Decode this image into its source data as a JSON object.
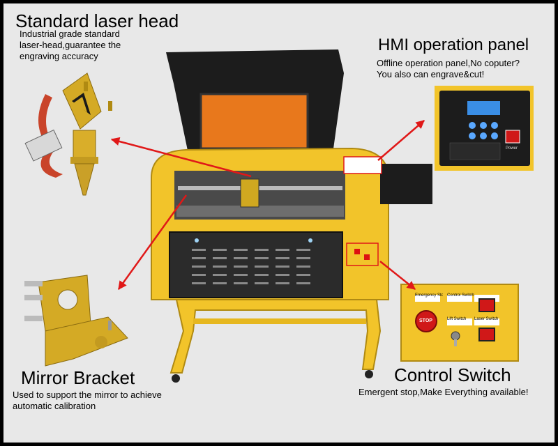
{
  "callouts": {
    "laser_head": {
      "title": "Standard laser head",
      "lines": [
        "Industrial grade standard",
        "laser-head,guarantee the",
        "engraving accuracy"
      ]
    },
    "hmi_panel": {
      "title": "HMI operation panel",
      "lines": [
        "Offline operation panel,No coputer?",
        "You also can engrave&cut!"
      ]
    },
    "mirror_bracket": {
      "title": "Mirror Bracket",
      "lines": [
        "Used to support the mirror to achieve",
        "automatic calibration"
      ]
    },
    "control_switch": {
      "title": "Control Switch",
      "lines": [
        "Emergent stop,Make Everything available!"
      ]
    }
  },
  "control_panel_labels": {
    "emergency": "Emergency Stop",
    "control_switch": "Control Switch",
    "lift_switch": "Lift Switch",
    "laser_switch": "Laser Switch",
    "stop": "STOP"
  },
  "hmi_panel_labels": {
    "power": "Power"
  },
  "colors": {
    "machine_yellow": "#f2c42a",
    "arrow_red": "#e01818",
    "lid_black": "#1c1c1c",
    "window_orange": "#e8781c"
  }
}
